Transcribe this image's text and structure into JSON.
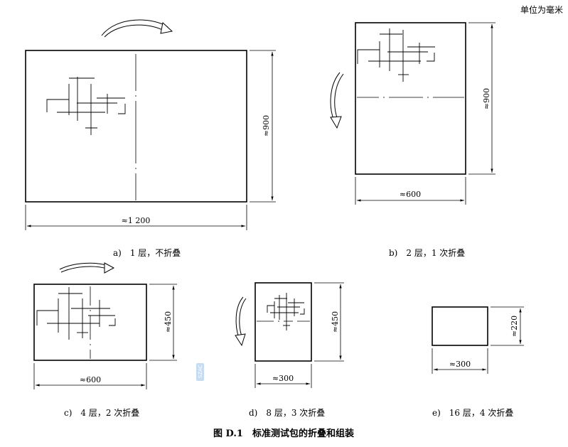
{
  "unit_note": "单位为毫米",
  "figure_title": "图 D.1　标准测试包的折叠和组装",
  "panels": [
    {
      "caption": "a)　1 层，不折叠",
      "dim_width": "≈1 200",
      "dim_height": "≈900"
    },
    {
      "caption": "b)　2 层，1 次折叠",
      "dim_width": "≈600",
      "dim_height": "≈900"
    },
    {
      "caption": "c)　4 层，2 次折叠",
      "dim_width": "≈600",
      "dim_height": "≈450"
    },
    {
      "caption": "d)　8 层，3 次折叠",
      "dim_width": "≈300",
      "dim_height": "≈450"
    },
    {
      "caption": "e)　16 层，4 次折叠",
      "dim_width": "≈300",
      "dim_height": "≈220"
    }
  ],
  "watermark": "SZAC",
  "colors": {
    "line": "#000000",
    "watermark": "#b9d3ee"
  }
}
